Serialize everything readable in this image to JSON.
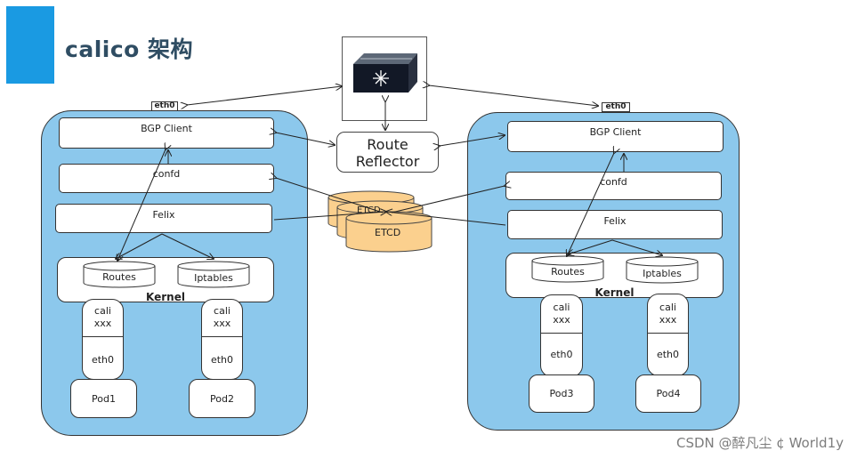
{
  "title": "calico 架构",
  "route_reflector": {
    "label_line1": "Route",
    "label_line2": "Reflector",
    "icon": "network-switch-icon"
  },
  "etcd": {
    "label_back": "ETCD",
    "label_front": "ETCD"
  },
  "hosts": [
    {
      "eth_tag": "eth0",
      "bgp_client": "BGP Client",
      "confd": "confd",
      "felix": "Felix",
      "kernel": "Kernel",
      "routes": "Routes",
      "iptables": "Iptables",
      "veths": [
        {
          "cali1": "cali",
          "cali2": "xxx",
          "eth": "eth0",
          "pod": "Pod1"
        },
        {
          "cali1": "cali",
          "cali2": "xxx",
          "eth": "eth0",
          "pod": "Pod2"
        }
      ]
    },
    {
      "eth_tag": "eth0",
      "bgp_client": "BGP Client",
      "confd": "confd",
      "felix": "Felix",
      "kernel": "Kernel",
      "routes": "Routes",
      "iptables": "Iptables",
      "veths": [
        {
          "cali1": "cali",
          "cali2": "xxx",
          "eth": "eth0",
          "pod": "Pod3"
        },
        {
          "cali1": "cali",
          "cali2": "xxx",
          "eth": "eth0",
          "pod": "Pod4"
        }
      ]
    }
  ],
  "watermark": "CSDN @醉凡尘 ¢ World1y",
  "colors": {
    "accent": "#1a9ae2",
    "host_fill": "#8cc8ec",
    "etcd_fill": "#fbd08e",
    "title": "#2f4d63"
  }
}
